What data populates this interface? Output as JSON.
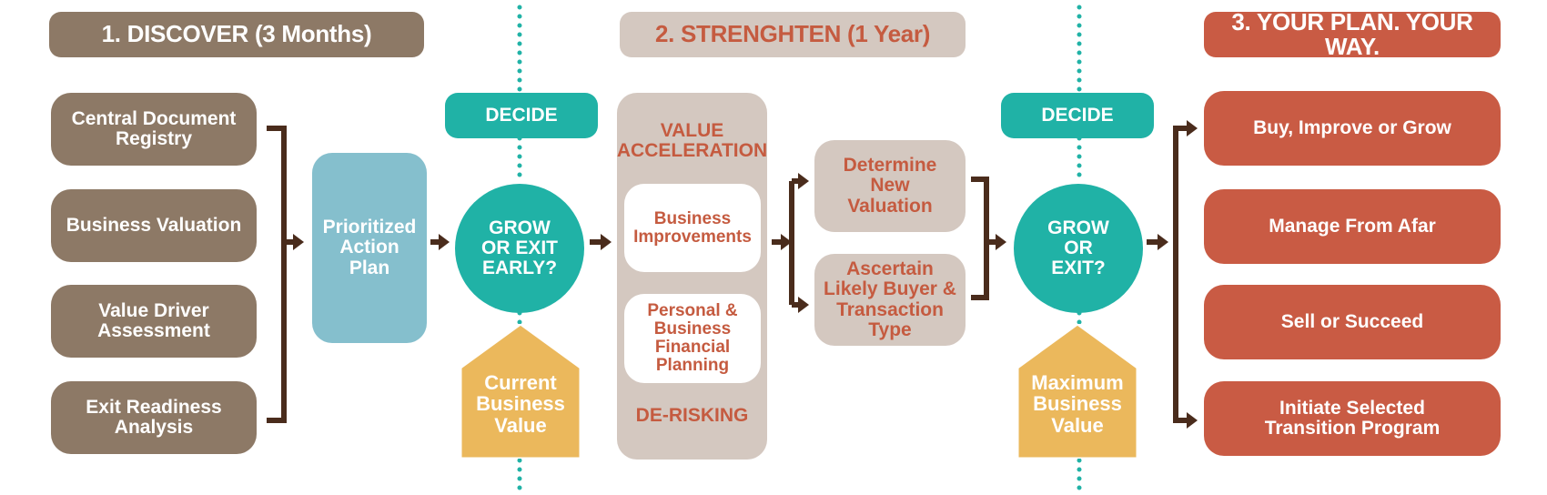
{
  "colors": {
    "brown": "#8d7966",
    "beige": "#d4c8c0",
    "red": "#c95b44",
    "blue": "#85bfcd",
    "teal": "#20b2a6",
    "gold": "#ebb85c",
    "connector": "#4a2c1c"
  },
  "headers": {
    "discover": "1. DISCOVER (3 Months)",
    "strengthen": "2. STRENGHTEN (1 Year)",
    "your_plan": "3. YOUR PLAN. YOUR WAY."
  },
  "discover_items": [
    "Central Document\nRegistry",
    "Business Valuation",
    "Value Driver\nAssessment",
    "Exit Readiness\nAnalysis"
  ],
  "action_plan": "Prioritized\nAction\nPlan",
  "decision_1": {
    "decide_label": "DECIDE",
    "question": "GROW\nOR EXIT\nEARLY?",
    "value": "Current\nBusiness\nValue"
  },
  "strengthen_panel": {
    "top_label": "VALUE\nACCELERATION",
    "items": [
      "Business\nImprovements",
      "Personal &\nBusiness\nFinancial\nPlanning"
    ],
    "bottom_label": "DE-RISKING"
  },
  "valuation_steps": [
    "Determine\nNew\nValuation",
    "Ascertain\nLikely Buyer &\nTransaction Type"
  ],
  "decision_2": {
    "decide_label": "DECIDE",
    "question": "GROW\nOR\nEXIT?",
    "value": "Maximum\nBusiness\nValue"
  },
  "plan_options": [
    "Buy, Improve or Grow",
    "Manage From Afar",
    "Sell or Succeed",
    "Initiate Selected\nTransition Program"
  ]
}
